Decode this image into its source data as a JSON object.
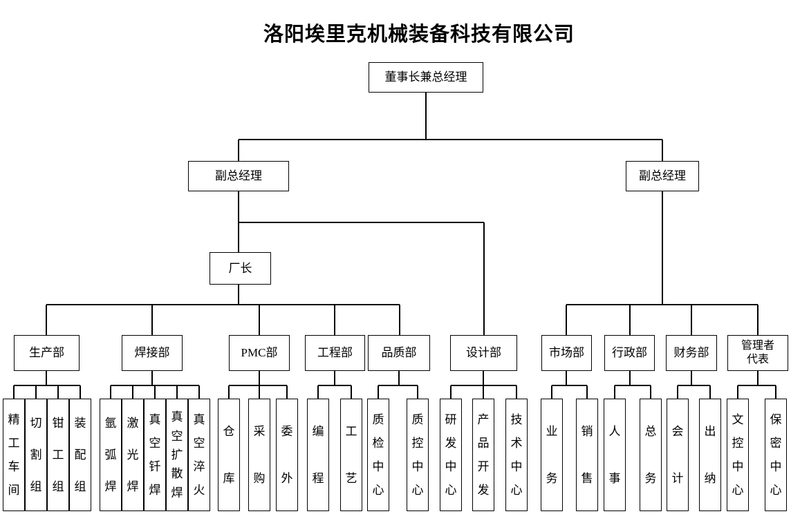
{
  "title": "洛阳埃里克机械装备科技有限公司",
  "root": {
    "label": "董事长兼总经理"
  },
  "deputies": [
    {
      "label": "副总经理"
    },
    {
      "label": "副总经理"
    }
  ],
  "factory_director": {
    "label": "厂长"
  },
  "departments": [
    {
      "label": "生产部",
      "children": [
        "精工车间",
        "切割组",
        "钳工组",
        "装配组"
      ]
    },
    {
      "label": "焊接部",
      "children": [
        "氩弧焊",
        "激光焊",
        "真空钎焊",
        "真空扩散焊",
        "真空淬火"
      ]
    },
    {
      "label": "PMC部",
      "children": [
        "仓库",
        "采购",
        "委外"
      ]
    },
    {
      "label": "工程部",
      "children": [
        "编程",
        "工艺"
      ]
    },
    {
      "label": "品质部",
      "children": [
        "质检中心",
        "质控中心"
      ]
    },
    {
      "label": "设计部",
      "children": [
        "研发中心",
        "产品开发",
        "技术中心"
      ]
    },
    {
      "label": "市场部",
      "children": [
        "业务",
        "销售"
      ]
    },
    {
      "label": "行政部",
      "children": [
        "人事",
        "总务"
      ]
    },
    {
      "label": "财务部",
      "children": [
        "会计",
        "出纳"
      ]
    },
    {
      "label": "管理者\n代表",
      "children": [
        "文控中心",
        "保密中心"
      ]
    }
  ]
}
